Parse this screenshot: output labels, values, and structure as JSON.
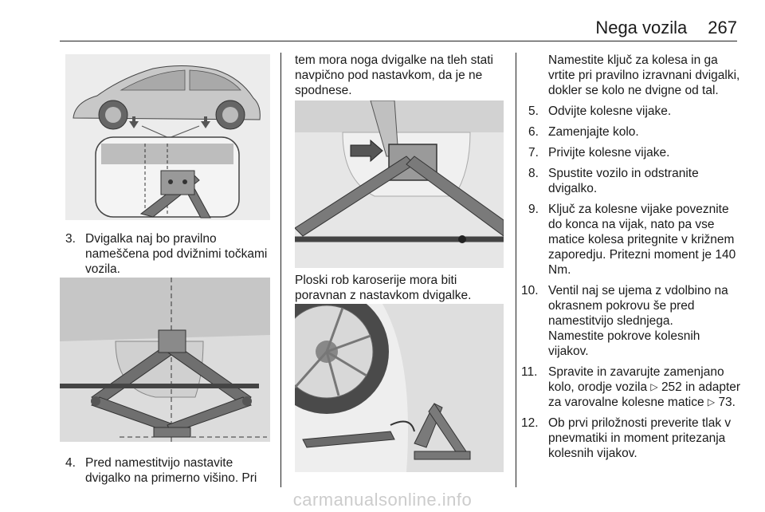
{
  "header": {
    "title": "Nega vozila",
    "page_number": "267"
  },
  "col1": {
    "step3": {
      "num": "3.",
      "text": "Dvigalka naj bo pravilno nameščena pod dvižnimi točkami vozila."
    },
    "step4": {
      "num": "4.",
      "text": "Pred namestitvijo nastavite dvigalko na primerno višino. Pri"
    }
  },
  "col2": {
    "continuation": "tem mora noga dvigalke na tleh stati navpično pod nastavkom, da je ne spodnese.",
    "caption": "Ploski rob karoserije mora biti poravnan z nastavkom dvigalke."
  },
  "col3": {
    "continuation": "Namestite ključ za kolesa in ga vrtite pri pravilno izravnani dvigalki, dokler se kolo ne dvigne od tal.",
    "steps": [
      {
        "num": "5.",
        "text": "Odvijte kolesne vijake."
      },
      {
        "num": "6.",
        "text": "Zamenjajte kolo."
      },
      {
        "num": "7.",
        "text": "Privijte kolesne vijake."
      },
      {
        "num": "8.",
        "text": "Spustite vozilo in odstranite dvigalko."
      },
      {
        "num": "9.",
        "text": "Ključ za kolesne vijake poveznite do konca na vijak, nato pa vse matice kolesa pritegnite v križnem zaporedju. Pritezni moment je 140 Nm."
      },
      {
        "num": "10.",
        "text": "Ventil naj se ujema z vdolbino na okrasnem pokrovu še pred namestitvijo slednjega."
      }
    ],
    "step10_sub": "Namestite pokrove kolesnih vijakov.",
    "step11": {
      "num": "11.",
      "text_a": "Spravite in zavarujte zamenjano kolo, orodje vozila",
      "ref_a": "252",
      "text_b": "in adapter za varovalne kolesne matice",
      "ref_b": "73."
    },
    "step12": {
      "num": "12.",
      "text": "Ob prvi priložnosti preverite tlak v pnevmatiki in moment pritezanja kolesnih vijakov."
    }
  },
  "footer": {
    "watermark": "carmanualsonline.info"
  }
}
